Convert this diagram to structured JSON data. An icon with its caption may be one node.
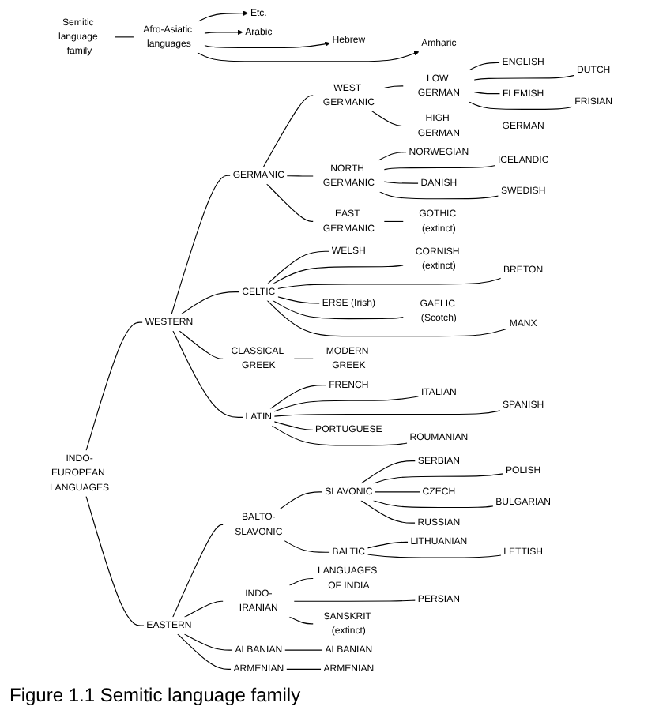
{
  "diagram": {
    "caption": "Figure 1.1 Semitic language family",
    "nodes": [
      {
        "text": [
          "Semitic language family"
        ]
      },
      {
        "text": [
          "Afro-Asiatic languages"
        ]
      },
      {
        "text": [
          "Etc."
        ]
      },
      {
        "text": [
          "Arabic"
        ]
      },
      {
        "text": [
          "Hebrew"
        ]
      },
      {
        "text": [
          "Amharic"
        ]
      },
      {
        "text": [
          "INDO-EUROPEAN LANGUAGES"
        ]
      },
      {
        "text": [
          "WESTERN"
        ]
      },
      {
        "text": [
          "EASTERN"
        ]
      },
      {
        "text": [
          "GERMANIC"
        ]
      },
      {
        "text": [
          "CELTIC"
        ]
      },
      {
        "text": [
          "CLASSICAL GREEK"
        ]
      },
      {
        "text": [
          "LATIN"
        ]
      },
      {
        "text": [
          "BALTO-SLAVONIC"
        ]
      },
      {
        "text": [
          "INDO-IRANIAN"
        ]
      },
      {
        "text": [
          "ALBANIAN"
        ]
      },
      {
        "text": [
          "ARMENIAN"
        ]
      },
      {
        "text": [
          "SLAVONIC"
        ]
      },
      {
        "text": [
          "BALTIC"
        ]
      },
      {
        "text": [
          "WELSH"
        ]
      },
      {
        "text": [
          "CORNISH (extinct)"
        ]
      },
      {
        "text": [
          "BRETON"
        ]
      },
      {
        "text": [
          "ERSE (Irish)"
        ]
      },
      {
        "text": [
          "GAELIC (Scotch)"
        ]
      },
      {
        "text": [
          "MANX"
        ]
      },
      {
        "text": [
          "MODERN GREEK"
        ]
      },
      {
        "text": [
          "FRENCH"
        ]
      },
      {
        "text": [
          "ITALIAN"
        ]
      },
      {
        "text": [
          "SPANISH"
        ]
      },
      {
        "text": [
          "PORTUGUESE"
        ]
      },
      {
        "text": [
          "ROUMANIAN"
        ]
      },
      {
        "text": [
          "SERBIAN"
        ]
      },
      {
        "text": [
          "POLISH"
        ]
      },
      {
        "text": [
          "CZECH"
        ]
      },
      {
        "text": [
          "BULGARIAN"
        ]
      },
      {
        "text": [
          "RUSSIAN"
        ]
      },
      {
        "text": [
          "LITHUANIAN"
        ]
      },
      {
        "text": [
          "LETTISH"
        ]
      },
      {
        "text": [
          "WEST GERMANIC"
        ]
      },
      {
        "text": [
          "NORTH GERMANIC"
        ]
      },
      {
        "text": [
          "EAST GERMANIC"
        ]
      },
      {
        "text": [
          "LOW GERMAN"
        ]
      },
      {
        "text": [
          "HIGH GERMAN"
        ]
      },
      {
        "text": [
          "ENGLISH"
        ]
      },
      {
        "text": [
          "DUTCH"
        ]
      },
      {
        "text": [
          "FLEMISH"
        ]
      },
      {
        "text": [
          "FRISIAN"
        ]
      },
      {
        "text": [
          "GERMAN"
        ]
      },
      {
        "text": [
          "NORWEGIAN"
        ]
      },
      {
        "text": [
          "ICELANDIC"
        ]
      },
      {
        "text": [
          "DANISH"
        ]
      },
      {
        "text": [
          "SWEDISH"
        ]
      },
      {
        "text": [
          "GOTHIC (extinct)"
        ]
      },
      {
        "text": [
          "LANGUAGES OF INDIA"
        ]
      },
      {
        "text": [
          "PERSIAN"
        ]
      },
      {
        "text": [
          "SANSKRIT (extinct)"
        ]
      },
      {
        "text": [
          "ALBANIAN"
        ]
      },
      {
        "text": [
          "ARMENIAN"
        ]
      }
    ],
    "edges": [
      {
        "from": 0,
        "to": 1,
        "arrow": "none"
      },
      {
        "from": 1,
        "to": 2,
        "arrow": "to"
      },
      {
        "from": 1,
        "to": 3,
        "arrow": "to"
      },
      {
        "from": 1,
        "to": 4,
        "arrow": "to"
      },
      {
        "from": 1,
        "to": 5,
        "arrow": "to"
      },
      {
        "from": 6,
        "to": 7,
        "arrow": "none"
      },
      {
        "from": 6,
        "to": 8,
        "arrow": "none"
      },
      {
        "from": 7,
        "to": 9,
        "arrow": "none"
      },
      {
        "from": 7,
        "to": 10,
        "arrow": "none"
      },
      {
        "from": 7,
        "to": 11,
        "arrow": "none"
      },
      {
        "from": 7,
        "to": 12,
        "arrow": "none"
      },
      {
        "from": 8,
        "to": 13,
        "arrow": "none"
      },
      {
        "from": 8,
        "to": 14,
        "arrow": "none"
      },
      {
        "from": 8,
        "to": 15,
        "arrow": "none"
      },
      {
        "from": 8,
        "to": 16,
        "arrow": "none"
      },
      {
        "from": 13,
        "to": 17,
        "arrow": "none"
      },
      {
        "from": 13,
        "to": 18,
        "arrow": "none"
      },
      {
        "from": 10,
        "to": 19,
        "arrow": "none"
      },
      {
        "from": 10,
        "to": 20,
        "arrow": "none"
      },
      {
        "from": 10,
        "to": 21,
        "arrow": "none"
      },
      {
        "from": 10,
        "to": 22,
        "arrow": "none"
      },
      {
        "from": 10,
        "to": 23,
        "arrow": "none"
      },
      {
        "from": 10,
        "to": 24,
        "arrow": "none"
      },
      {
        "from": 11,
        "to": 25,
        "arrow": "none"
      },
      {
        "from": 12,
        "to": 26,
        "arrow": "none"
      },
      {
        "from": 12,
        "to": 27,
        "arrow": "none"
      },
      {
        "from": 12,
        "to": 28,
        "arrow": "none"
      },
      {
        "from": 12,
        "to": 29,
        "arrow": "none"
      },
      {
        "from": 12,
        "to": 30,
        "arrow": "none"
      },
      {
        "from": 17,
        "to": 31,
        "arrow": "none"
      },
      {
        "from": 17,
        "to": 32,
        "arrow": "none"
      },
      {
        "from": 17,
        "to": 33,
        "arrow": "none"
      },
      {
        "from": 17,
        "to": 34,
        "arrow": "none"
      },
      {
        "from": 17,
        "to": 35,
        "arrow": "none"
      },
      {
        "from": 18,
        "to": 36,
        "arrow": "none"
      },
      {
        "from": 18,
        "to": 37,
        "arrow": "none"
      },
      {
        "from": 9,
        "to": 38,
        "arrow": "none"
      },
      {
        "from": 9,
        "to": 39,
        "arrow": "none"
      },
      {
        "from": 9,
        "to": 40,
        "arrow": "none"
      },
      {
        "from": 38,
        "to": 41,
        "arrow": "none"
      },
      {
        "from": 38,
        "to": 42,
        "arrow": "none"
      },
      {
        "from": 41,
        "to": 43,
        "arrow": "none"
      },
      {
        "from": 41,
        "to": 44,
        "arrow": "none"
      },
      {
        "from": 41,
        "to": 45,
        "arrow": "none"
      },
      {
        "from": 41,
        "to": 46,
        "arrow": "none"
      },
      {
        "from": 42,
        "to": 47,
        "arrow": "none"
      },
      {
        "from": 39,
        "to": 48,
        "arrow": "none"
      },
      {
        "from": 39,
        "to": 49,
        "arrow": "none"
      },
      {
        "from": 39,
        "to": 50,
        "arrow": "none"
      },
      {
        "from": 39,
        "to": 51,
        "arrow": "none"
      },
      {
        "from": 40,
        "to": 52,
        "arrow": "none"
      },
      {
        "from": 14,
        "to": 53,
        "arrow": "none"
      },
      {
        "from": 14,
        "to": 54,
        "arrow": "none"
      },
      {
        "from": 14,
        "to": 55,
        "arrow": "none"
      },
      {
        "from": 15,
        "to": 56,
        "arrow": "none"
      },
      {
        "from": 16,
        "to": 57,
        "arrow": "none"
      }
    ]
  }
}
